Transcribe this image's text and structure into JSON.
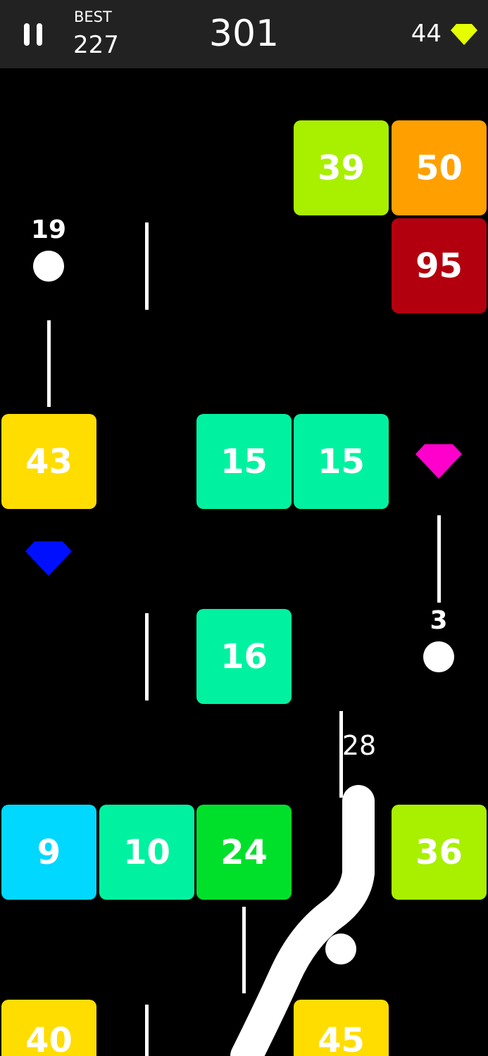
{
  "hud": {
    "best_label": "BEST",
    "best": "227",
    "score": "301",
    "gems": "44",
    "gem_color": "#E5FF00"
  },
  "blocks": [
    {
      "value": "39",
      "color": "#A8F000"
    },
    {
      "value": "50",
      "color": "#FFA000"
    },
    {
      "value": "95",
      "color": "#B3000F"
    },
    {
      "value": "43",
      "color": "#FFDD00"
    },
    {
      "value": "15",
      "color": "#00F2A0"
    },
    {
      "value": "15",
      "color": "#00F2A0"
    },
    {
      "value": "16",
      "color": "#00F2A0"
    },
    {
      "value": "9",
      "color": "#00D8FF"
    },
    {
      "value": "10",
      "color": "#00F2A0"
    },
    {
      "value": "24",
      "color": "#00E02A"
    },
    {
      "value": "36",
      "color": "#A8F000"
    },
    {
      "value": "40",
      "color": "#FFDD00"
    },
    {
      "value": "45",
      "color": "#FFDD00"
    }
  ],
  "balls": [
    {
      "value": "19"
    },
    {
      "value": "3"
    }
  ],
  "pickup_gems": [
    {
      "color": "#FF00CC"
    },
    {
      "color": "#0010FF"
    }
  ],
  "snake": {
    "length": "28"
  }
}
